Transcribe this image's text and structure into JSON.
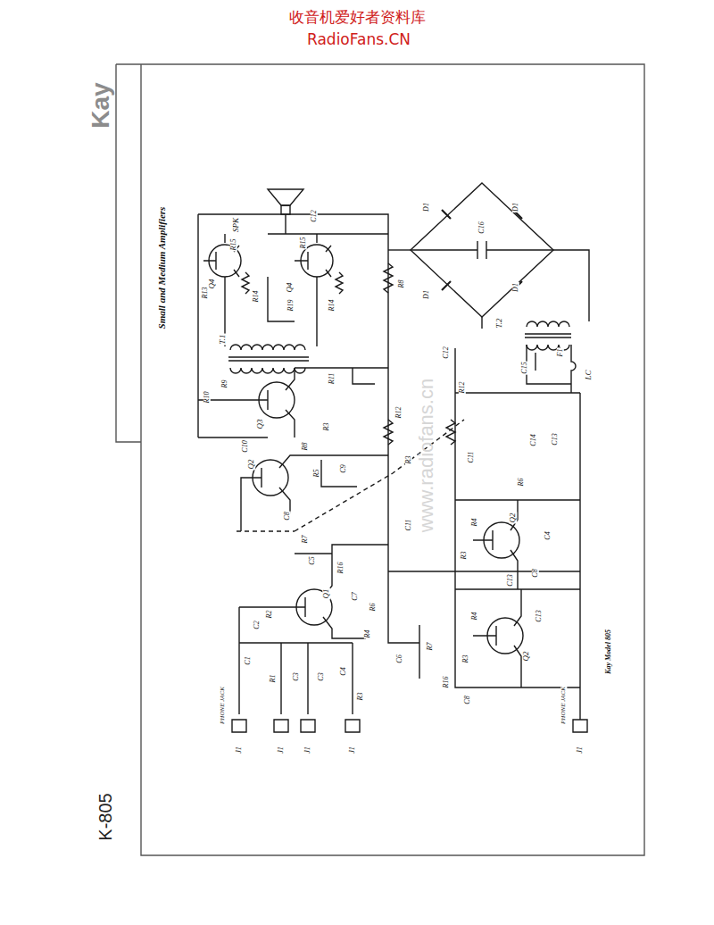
{
  "diagram": {
    "title": "Small and Medium Amplifiers",
    "caption": "Kay Model 805",
    "labels": [
      "收音机爱好者资料库",
      "RadioFans.CN",
      "Kay",
      "K-805",
      "www.radiofans.cn",
      "SPK",
      "Q4",
      "Q4",
      "R15",
      "R15",
      "R13",
      "R14",
      "R19",
      "R14",
      "T.1",
      "C12",
      "D1",
      "D1",
      "D1",
      "D1",
      "C16",
      "R8",
      "R10",
      "R9",
      "Q3",
      "C10",
      "R3",
      "R11",
      "R12",
      "C12",
      "T.2",
      "C15",
      "F1",
      "LC",
      "Q2",
      "R8",
      "R5",
      "C9",
      "C8",
      "R7",
      "C5",
      "R16",
      "Q1",
      "C7",
      "R6",
      "C2",
      "R2",
      "C1",
      "R1",
      "C3",
      "C3",
      "C4",
      "R3",
      "R4",
      "C6",
      "R7",
      "R16",
      "C8",
      "R12",
      "R3",
      "C11",
      "C11",
      "R4",
      "R3",
      "Q2",
      "R6",
      "C14",
      "C13",
      "C4",
      "C8",
      "C13",
      "R4",
      "R3",
      "Q2",
      "C13",
      "PHONE JACK",
      "J1",
      "J1",
      "J1",
      "J1",
      "PHONE JACK",
      "J1"
    ]
  }
}
